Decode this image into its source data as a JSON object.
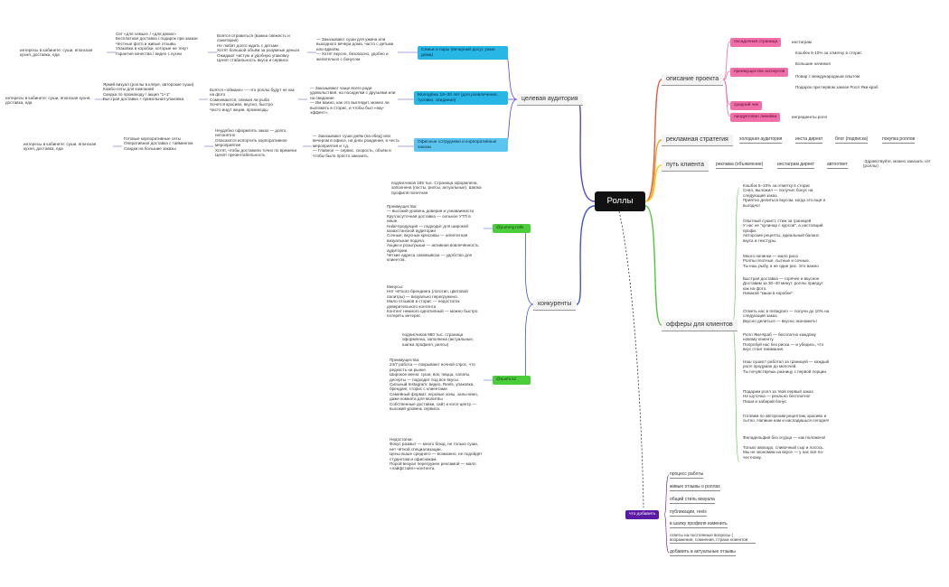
{
  "root": "Роллы",
  "left": {
    "audience": {
      "label": "целевая аудитория",
      "groups": [
        {
          "box": "Семьи и пары (вечерний досуг, ужин дома)",
          "behavior": "— Заказывают суши для ужина или выходного вечера дома, часто с детьми или вдвоём.\n— Хотят вкусно, безопасно, удобно и желательно с бонусом",
          "fears": "Боятся отравиться (важна свежесть и санитария)\nНе любят долго ждать с детьми\nХотят большой объём за разумные деньги\nОжидают чистую и удобную упаковку\nЦенят стабильность вкуса и сервиса",
          "needs": "Сет «для семьи» / «для двоих»\nБесплатная доставка / подарок при заказе\nЧестные фото и живые отзывы\nУпаковка в коробки, которые не текут\nГарантия качества / видео с кухни",
          "interests": "интересы в кабинете: суши, японская кухня, доставка, еда"
        },
        {
          "box": "Молодёжь 18–30 лет (для развлечения, тусовки, свидания)",
          "behavior": "— Заказывают чаще всего ради удовольствия,  на посиделки с друзьями или на свидание.\n— Им важно, как это выглядит, можно ли выложить в сторис, и чтобы был «вау-эффект».",
          "fears": "Боятся «обмана» — что роллы будут не как на фото\nСомневаются, свежая ли рыба\nХочется красиво, вкусно, быстро\nЧасто ищут акции, промокоды",
          "needs": "Яркий визуал (роллы в кляре, авторские суши)\nКомбо-сеты для компаний\nСкидка по промокоду / акция \"1+1\"\nБыстрая доставка + прикольная упаковка",
          "interests": "интересы в кабинете: суши, японская кухня, доставка, еда"
        },
        {
          "box": "Офисные сотрудники и корпоративные заказы",
          "behavior": "— Заказывают суши днём (на обед) или вечером в офисе, на днях рождения, в честь мероприятия и т.д.\n— Главное — сервис, скорость, объём и чтобы было просто заказать.",
          "fears": "Неудобно оформлять заказ — долго, непонятно\nОпасаются испортить корпоративное мероприятие\nХотят, чтобы доставили точно по времени\nЦенят презентабельность",
          "needs": "Готовые корпоративные сеты\nОперативная доставка с таймингом\nСкидки на большие заказы",
          "interests": "интересы в кабинете: суши, японская кухня, доставка, еда"
        }
      ]
    },
    "competitors": {
      "label": "конкуренты",
      "items": [
        {
          "box": "@yummy.rolls",
          "stats": "подписчиков 165 тыс. Страница оформлена, заполнена (посты, рилсы, актуальные). Шапка профиля понятная",
          "pros": "Преимущества:\n— высокий уровень доверия и узнаваемости\nКруглосуточная доставка — сильное УТП в нише.\nHalal-продукция — подходит для широкой казахстанской аудитории\nСочные, вкусные креативы — аппетитная визуальная подача.\nАкции и розыгрыши — активная вовлечённость аудитории.\nЧёткие адреса самовывоза — удобство для клиентов.",
          "cons": "Минусы:\nНет чёткого брендинга (логотип, цветовой палитры) — визуально перегружено.\nМало отзывов в сторис — недостаток доверительного контента\nКонтент немного однотипный — можно быстро потерять интерес"
        },
        {
          "box": "@sushi.kz",
          "stats": "подписчиков 960 тыс. страница оформлена, заполнена (актуальные, шапка профиля, рилсы)",
          "pros": "Преимущества:\n24/7 работа — покрывают ночной спрос, что редкость на рынке.\nШирокое меню: суши, вок, пицца, салаты, десерты — подходит под все вкусы.\nСильный Instagram: видео, Reels, упаковка, брендинг, сторис с клиентами\nСемейный формат: игровые зоны, залы-кино, даже комната для молитвы\nСобственные доставки, сайт и колл-центр — высокий уровень сервиса.",
          "cons": "Недостатки:\nФокус размыт — много блюд, не только суши, нет чёткой специализации.\nЦены выше среднего — возможно, не подойдёт студентам и офисникам.\nПорой визуал перегружен рекламой — мало «лайфстайл»-контента."
        }
      ]
    }
  },
  "right": {
    "project": {
      "label": "описание проекта",
      "items": [
        {
          "tag": "посадочная страница",
          "value": "инстаграм"
        },
        {
          "tag": "преимущества экспертов",
          "values": [
            "Кэшбек 5-10% за отметку в сторис",
            "Большие начинки!",
            "Повар с международным опытом",
            "Подарок при первом заказе Ролл Яки-краб"
          ]
        },
        {
          "tag": "средний чек",
          "value": ""
        },
        {
          "tag": "продуктовая линейка",
          "value": "ингредиенты ролл"
        }
      ]
    },
    "ads": {
      "label": "рекламная стратегия",
      "chain": [
        "холодная аудитория",
        "инста директ",
        "блог (подписка)",
        "покупка роллов"
      ]
    },
    "path": {
      "label": "путь клиента",
      "chain": [
        "реклама (объявление)",
        "инстаграм директ",
        "автоответ",
        "-Здравствуйте, можно заказать сет (роллы)"
      ]
    },
    "offers": {
      "label": "офферы для клиентов",
      "items": [
        "Кэшбэк 5–10% за отметку в сторис\nСнял, выложил — получил бонус на следующий заказ.\nПриятно делиться вкусом, когда это ещё и выгодно!",
        "Опытный сушист, стаж за границей\nУ нас не \"кулинар с курсов\", а настоящий профи.\nАвторские рецепты, идеальный баланс вкуса и текстуры.",
        "Много начинки — мало риса\nРоллы плотные, сытные и сочные.\nТы ешь рыбу, а не один рис. Это важно",
        "Быстрая доставка — горячее и вкусное\nДоставим за 30–40 минут, роллы приедут как на фото.\nНикакой \"каши в коробке\"",
        "Отметь нас в Instagram — получи до 10% на следующий заказ.\nВкусно делиться — вкусно экономить!",
        "Ролл Яки-Краб — бесплатно каждому новому клиенту.\nПопробуй нас без риска — и убедись, что вкус стоит внимания.",
        "Наш сушист работал за границей — каждый ролл продуман до мелочей.\nТы почувствуешь разницу с первой порции.",
        "Подарим ролл за твой первый заказ\nНе шуточка — реально бесплатно!\nПиши и забирай бонус",
        "Готовим по авторским рецептам, красиво и сытно.  Напиши нам и насладишься сегодня!",
        "Филадельфия без огурца — как положено!",
        "Только авокадо, сливочный сыр и лосось.\nМы не экономим на вкусе — у нас всё по-честному."
      ]
    },
    "todo": {
      "label": "что добавить",
      "items": [
        "процесс работы",
        "живые отзывы о роллах",
        "общий стиль визуала",
        "публикации, reels",
        "в шапку профиля изменить",
        "ответы на постоянные вопросы ( возражения, сомнения, страхи клиентов",
        "добавить в актуальные отзывы"
      ]
    }
  },
  "colors": {
    "audience": "#5a46c8",
    "competitors": "#3d55d8",
    "project": "#e8583c",
    "ads": "#f0a030",
    "path": "#f5d020",
    "offers": "#4cc83a",
    "todo": "#333333",
    "cyan": "#28b6e5",
    "pink": "#f06fa8",
    "green": "#4ccd3c"
  }
}
